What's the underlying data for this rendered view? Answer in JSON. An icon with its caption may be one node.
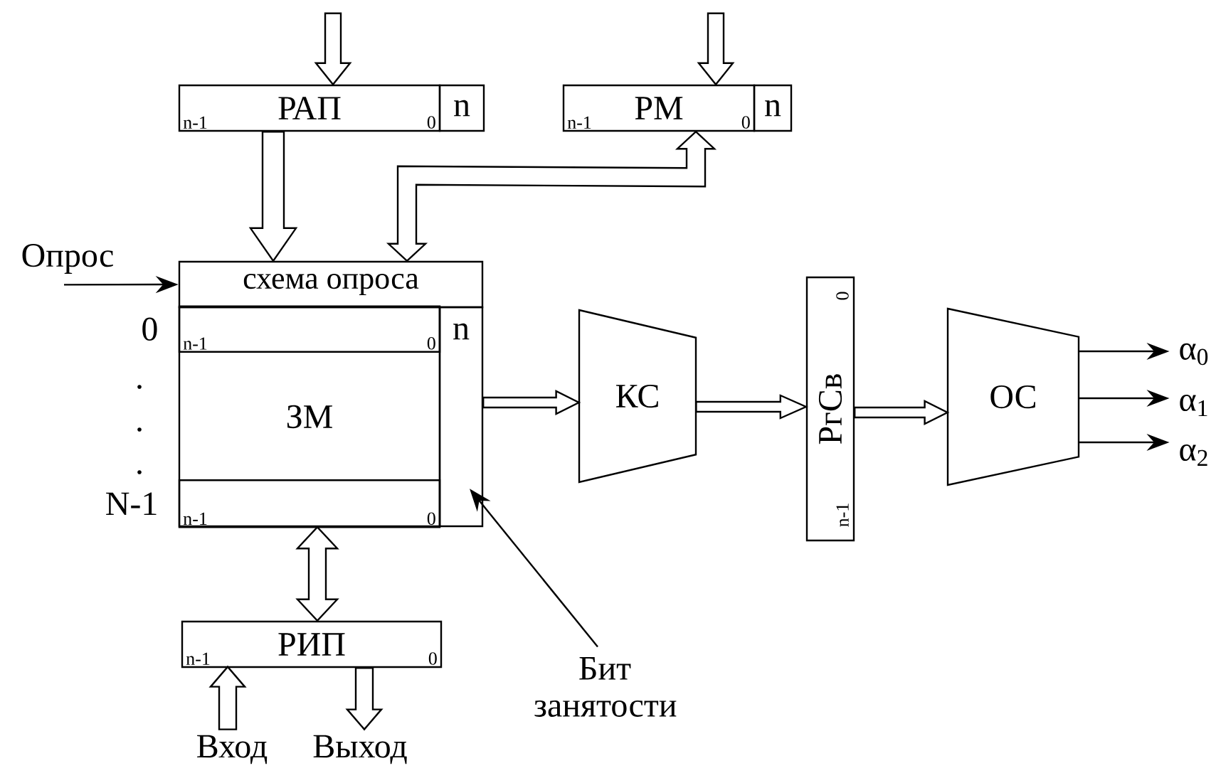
{
  "diagram": {
    "nodes": [
      {
        "text": [
          "РАП",
          "n-1",
          "0"
        ]
      },
      {
        "text": [
          "n"
        ]
      },
      {
        "text": [
          "РМ",
          "n-1",
          "0"
        ]
      },
      {
        "text": [
          "n"
        ]
      },
      {
        "text": [
          "схема опроса"
        ]
      },
      {
        "text": [
          "ЗМ"
        ]
      },
      {
        "text": [
          "n-1",
          "0"
        ],
        "in": 5,
        "beside": [
          "0"
        ]
      },
      {
        "text": [
          "n-1",
          "0"
        ],
        "in": 5,
        "beside": [
          "N-1"
        ]
      },
      {
        "text": [
          "n"
        ]
      },
      {
        "text": [
          "РИП",
          "n-1",
          "0"
        ]
      },
      {
        "text": [
          "Опрос"
        ]
      },
      {
        "text": [
          "Вход"
        ]
      },
      {
        "text": [
          "Выход"
        ]
      },
      {
        "text": [
          "КС"
        ]
      },
      {
        "text": [
          "РгСв",
          "0",
          "n-1"
        ]
      },
      {
        "text": [
          "ОС"
        ]
      },
      {
        "text": [
          "α$_{0}$"
        ]
      },
      {
        "text": [
          "α$_{1}$"
        ]
      },
      {
        "text": [
          "α$_{2}$"
        ]
      },
      {
        "text": [
          "Бит занятости"
        ]
      }
    ],
    "edges": [
      {
        "from": null,
        "to": 0,
        "arrow": "to",
        "style": "thick"
      },
      {
        "from": null,
        "to": 2,
        "arrow": "to",
        "style": "thick"
      },
      {
        "from": 0,
        "to": 4,
        "arrow": "to",
        "style": "thick"
      },
      {
        "from": 4,
        "to": 2,
        "arrow": "both",
        "style": "thick"
      },
      {
        "from": 10,
        "to": 4,
        "arrow": "to"
      },
      {
        "from": 5,
        "to": 9,
        "arrow": "both",
        "style": "thick"
      },
      {
        "from": 11,
        "to": 9,
        "arrow": "to",
        "style": "thick"
      },
      {
        "from": 9,
        "to": 12,
        "arrow": "to",
        "style": "thick"
      },
      {
        "from": 8,
        "to": 13,
        "arrow": "to",
        "style": "thick"
      },
      {
        "from": 13,
        "to": 14,
        "arrow": "to",
        "style": "thick"
      },
      {
        "from": 14,
        "to": 15,
        "arrow": "to",
        "style": "thick"
      },
      {
        "from": 15,
        "to": 16,
        "arrow": "to"
      },
      {
        "from": 15,
        "to": 17,
        "arrow": "to"
      },
      {
        "from": 15,
        "to": 18,
        "arrow": "to"
      },
      {
        "from": 19,
        "to": 8,
        "arrow": "to"
      }
    ],
    "labels": [
      ".",
      ".",
      "."
    ]
  }
}
